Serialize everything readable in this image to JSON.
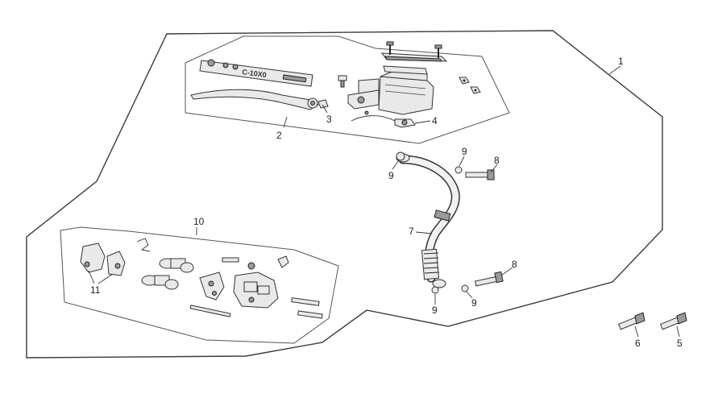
{
  "callouts": {
    "c1": "1",
    "c2": "2",
    "c3": "3",
    "c4": "4",
    "c5": "5",
    "c6": "6",
    "c7": "7",
    "c8a": "8",
    "c8b": "8",
    "c9a": "9",
    "c9b": "9",
    "c9c": "9",
    "c9d": "9",
    "c10": "10",
    "c11": "11"
  },
  "lever_label": "C-10X0"
}
